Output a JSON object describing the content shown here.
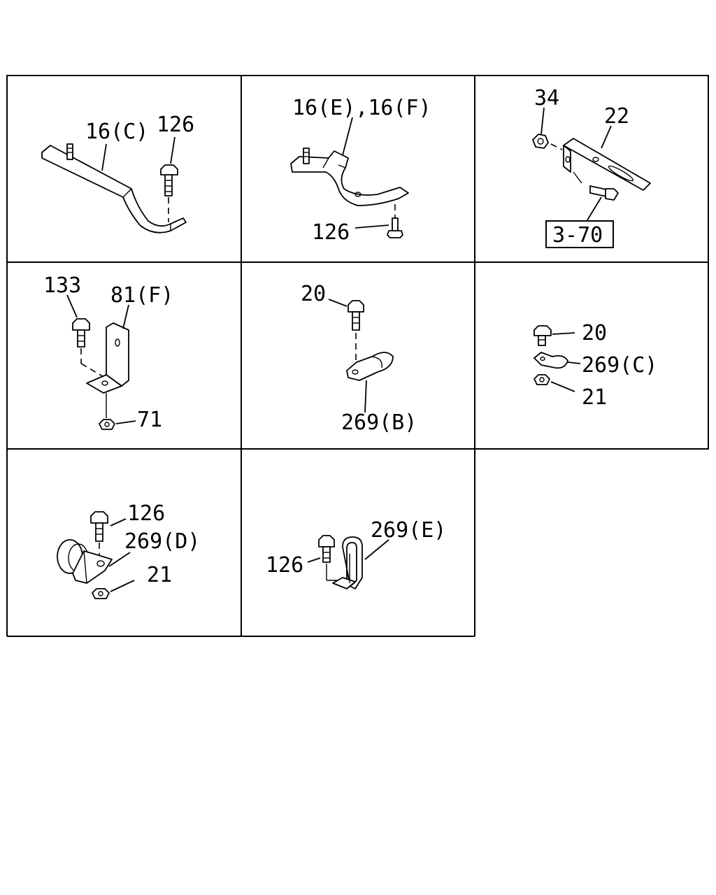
{
  "panels": [
    {
      "labels": [
        "16(C)",
        "126"
      ]
    },
    {
      "labels": [
        "16(E),16(F)",
        "126"
      ]
    },
    {
      "labels": [
        "34",
        "22",
        "3-70"
      ]
    },
    {
      "labels": [
        "133",
        "81(F)",
        "71"
      ]
    },
    {
      "labels": [
        "20",
        "269(B)"
      ]
    },
    {
      "labels": [
        "20",
        "269(C)",
        "21"
      ]
    },
    {
      "labels": [
        "126",
        "269(D)",
        "21"
      ]
    },
    {
      "labels": [
        "126",
        "269(E)"
      ]
    }
  ]
}
